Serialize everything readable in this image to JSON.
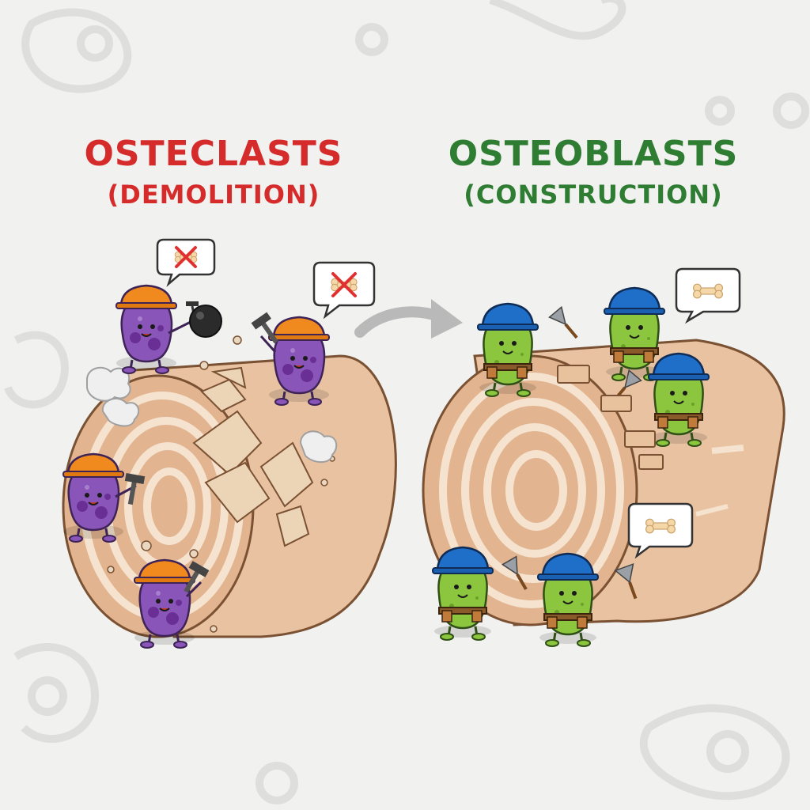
{
  "osteoclasts": {
    "title": "OSTECLASTS",
    "subtitle": "(DEMOLITION)",
    "color": "#d52b2b"
  },
  "osteoblasts": {
    "title": "OSTEOBLASTS",
    "subtitle": "(CONSTRUCTION)",
    "color": "#2e7d32"
  },
  "colors": {
    "background": "#f1f1f0",
    "bone": "#e9c2a1",
    "bone_inner": "#f5e3cf",
    "osteoclast_body": "#8a55b8",
    "osteoclast_spots": "#6a2f95",
    "osteoclast_helmet": "#f08a1e",
    "osteoblast_body": "#8cc63f",
    "osteoblast_helmet": "#1f6fc9",
    "arrow": "#b9b9b9"
  },
  "icons": [
    "no-bone-speech-bubble-icon",
    "bone-speech-bubble-icon",
    "hammer-icon",
    "wrecking-ball-icon",
    "trowel-icon",
    "brick-icon",
    "curved-arrow-icon"
  ]
}
